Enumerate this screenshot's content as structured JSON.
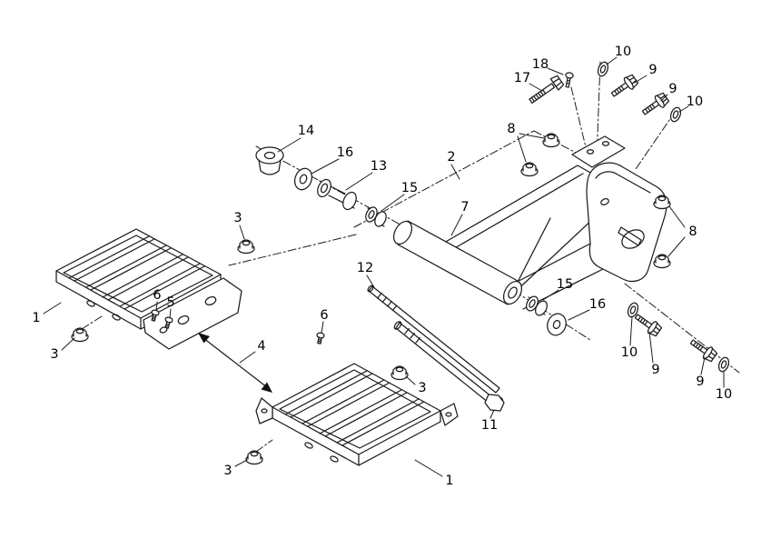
{
  "figure": {
    "kind": "exploded-parts-diagram",
    "colors": {
      "background": "#ffffff",
      "line": "#1c1c1c",
      "label": "#000000"
    }
  },
  "labels": [
    {
      "text": "10"
    },
    {
      "text": "18"
    },
    {
      "text": "9"
    },
    {
      "text": "17"
    },
    {
      "text": "9"
    },
    {
      "text": "10"
    },
    {
      "text": "8"
    },
    {
      "text": "14"
    },
    {
      "text": "16"
    },
    {
      "text": "2"
    },
    {
      "text": "13"
    },
    {
      "text": "15"
    },
    {
      "text": "7"
    },
    {
      "text": "3"
    },
    {
      "text": "8"
    },
    {
      "text": "12"
    },
    {
      "text": "6"
    },
    {
      "text": "5"
    },
    {
      "text": "15"
    },
    {
      "text": "16"
    },
    {
      "text": "1"
    },
    {
      "text": "6"
    },
    {
      "text": "10"
    },
    {
      "text": "3"
    },
    {
      "text": "4"
    },
    {
      "text": "9"
    },
    {
      "text": "9"
    },
    {
      "text": "10"
    },
    {
      "text": "3"
    },
    {
      "text": "11"
    },
    {
      "text": "3"
    },
    {
      "text": "1"
    }
  ]
}
